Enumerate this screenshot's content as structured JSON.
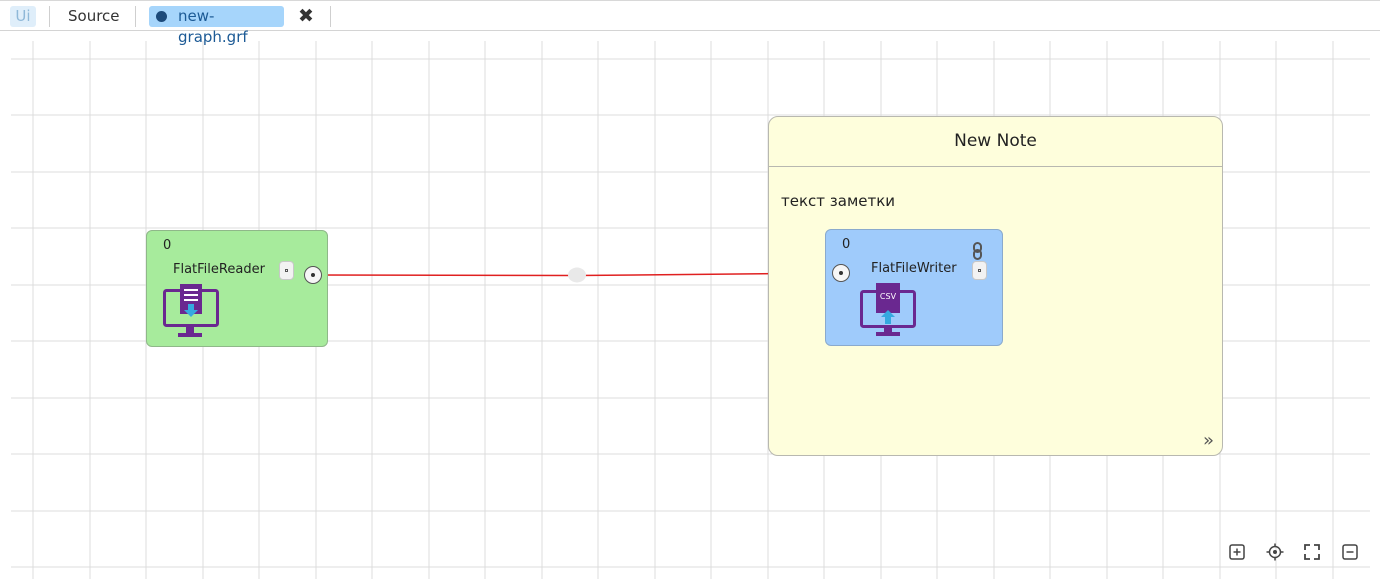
{
  "tabs": {
    "ui_label": "Ui",
    "source_label": "Source",
    "file_label": "new-graph.grf",
    "close_glyph": "✖"
  },
  "graph": {
    "reader": {
      "number": "0",
      "title": "FlatFileReader",
      "color": "#a7eb9c",
      "icon": "monitor-document-download-icon"
    },
    "writer": {
      "number": "0",
      "title": "FlatFileWriter",
      "color": "#9fcbfb",
      "icon": "monitor-csv-upload-icon",
      "csv_label": "CSV"
    },
    "edge_color": "#e02020",
    "note": {
      "title": "New Note",
      "text": "текст заметки",
      "more_glyph": "»"
    }
  },
  "controls": {
    "icons": [
      "zoom-in-icon",
      "center-icon",
      "fit-screen-icon",
      "zoom-out-icon"
    ]
  }
}
